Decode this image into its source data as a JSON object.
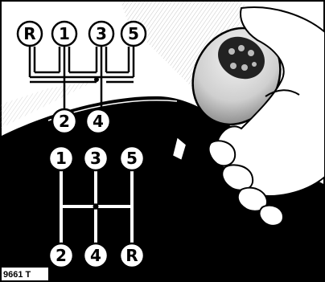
{
  "upper_pattern": {
    "gears": [
      "R",
      "1",
      "3",
      "5",
      "2",
      "4"
    ]
  },
  "lower_pattern": {
    "gears": [
      "1",
      "3",
      "5",
      "2",
      "4",
      "R"
    ]
  },
  "figure_reference": "9661 T",
  "colors": {
    "ink": "#000000",
    "paper": "#ffffff",
    "hatch": "#bdbdbd",
    "knob_light": "#d9d9d9"
  }
}
